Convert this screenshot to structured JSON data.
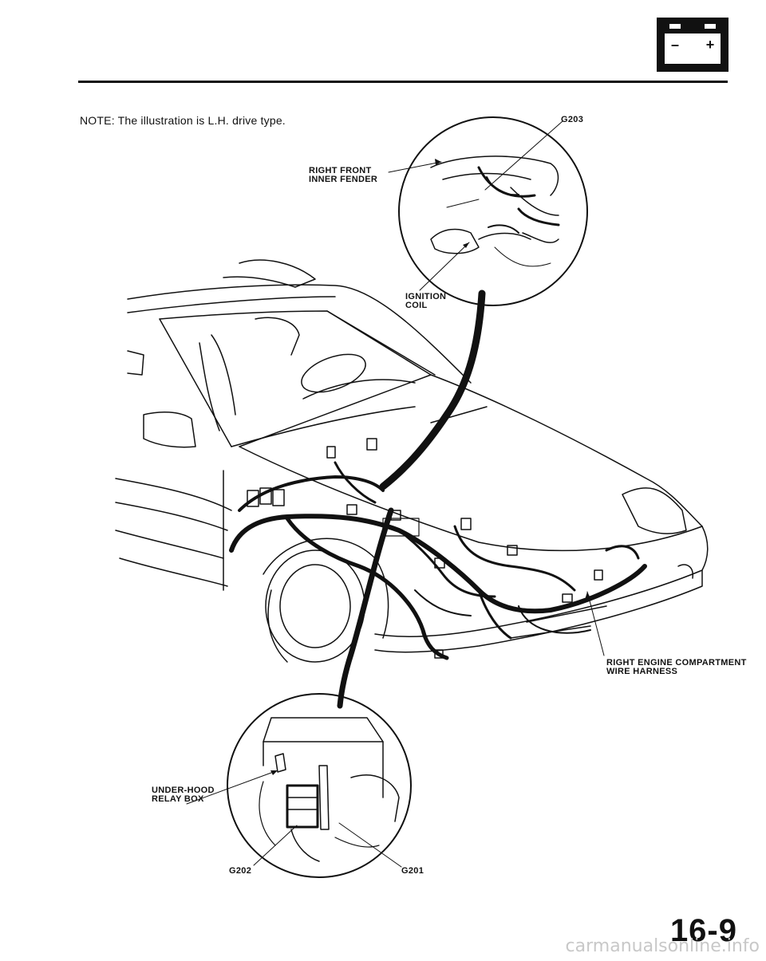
{
  "note": "NOTE: The illustration is L.H. drive type.",
  "labels": {
    "g203": "G203",
    "right_front_inner_fender": "RIGHT FRONT\nINNER FENDER",
    "ignition_coil": "IGNITION\nCOIL",
    "right_engine_harness": "RIGHT ENGINE COMPARTMENT\nWIRE HARNESS",
    "under_hood_relay_box": "UNDER-HOOD\nRELAY BOX",
    "g202": "G202",
    "g201": "G201"
  },
  "battery_icon": {
    "minus": "–",
    "plus": "+"
  },
  "page_number": "16-9",
  "watermark": "carmanualsonline.info"
}
